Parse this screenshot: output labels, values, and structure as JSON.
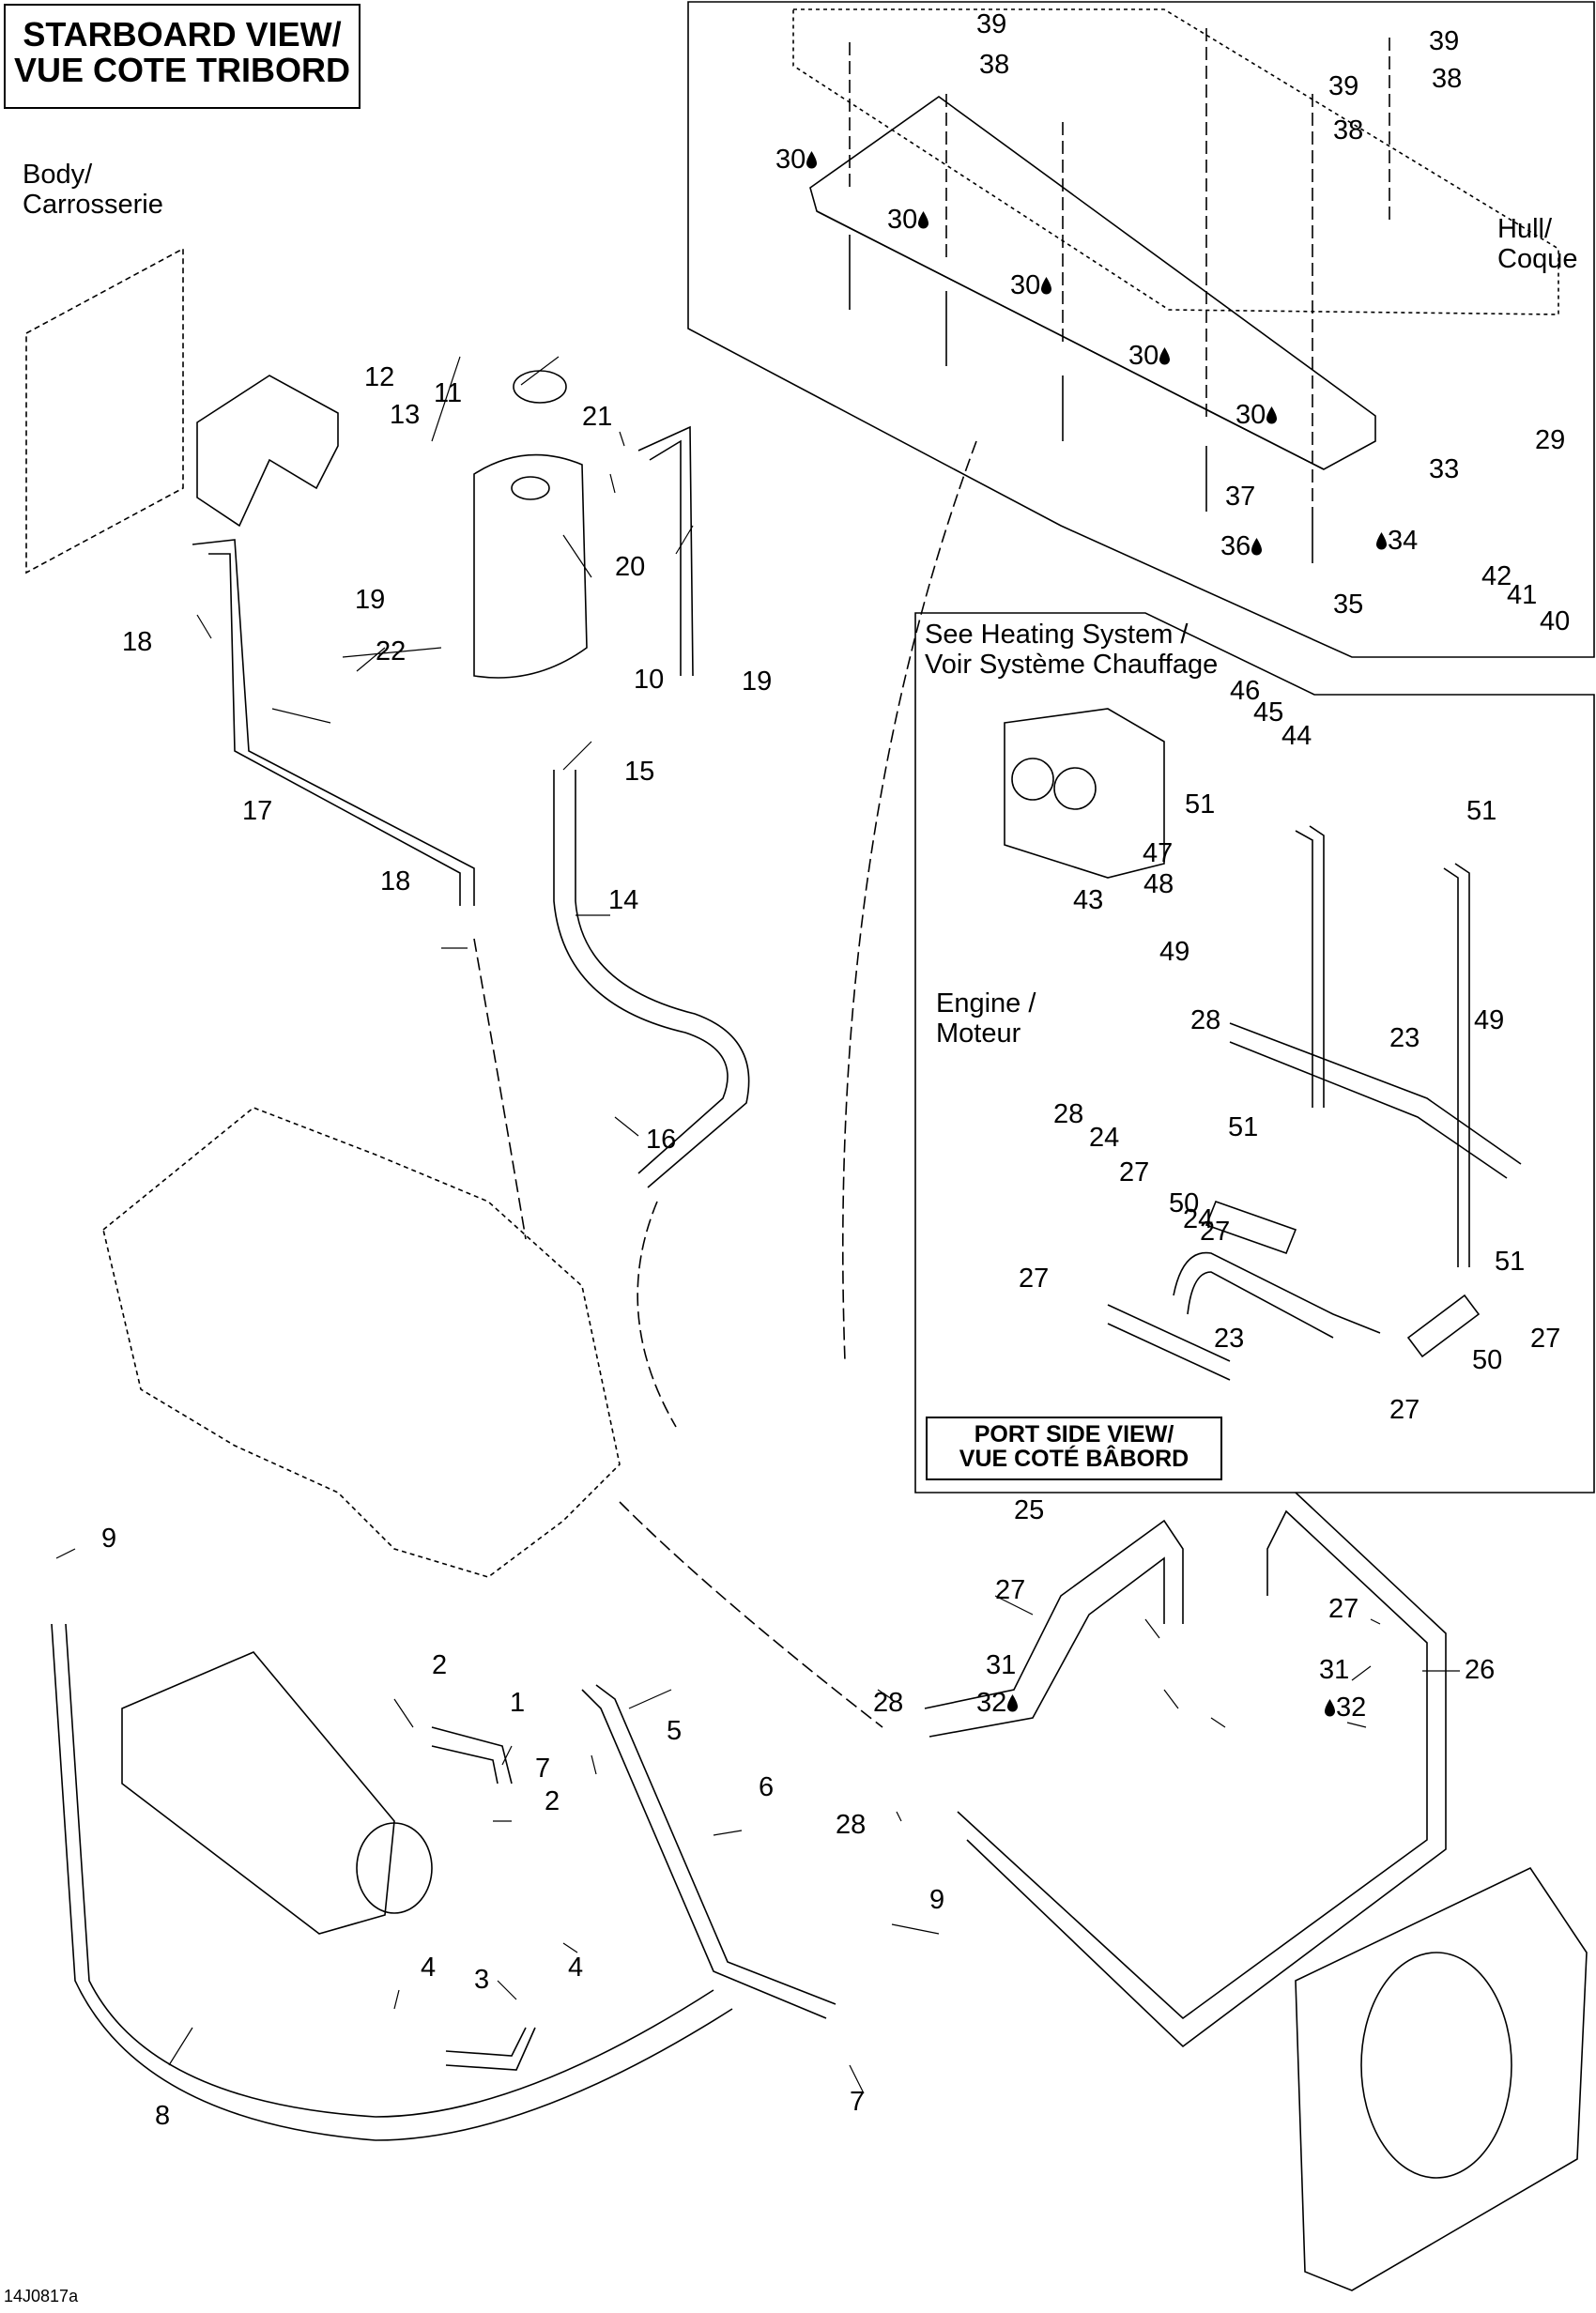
{
  "titles": {
    "starboard_line1": "STARBOARD VIEW/",
    "starboard_line2": "VUE COTE TRIBORD",
    "port_line1": "PORT SIDE VIEW/",
    "port_line2": "VUE COTÉ BÂBORD"
  },
  "notes": {
    "body_line1": "Body/",
    "body_line2": "Carrosserie",
    "hull_line1": "Hull/",
    "hull_line2": "Coque",
    "heating_line1": "See Heating System /",
    "heating_line2": "Voir Système Chauffage",
    "engine_line1": "Engine /",
    "engine_line2": "Moteur"
  },
  "figure_id": "14J0817a",
  "callouts": [
    {
      "id": "c1",
      "label": "1"
    },
    {
      "id": "c2a",
      "label": "2"
    },
    {
      "id": "c2b",
      "label": "2"
    },
    {
      "id": "c3",
      "label": "3"
    },
    {
      "id": "c4a",
      "label": "4"
    },
    {
      "id": "c4b",
      "label": "4"
    },
    {
      "id": "c5",
      "label": "5"
    },
    {
      "id": "c6",
      "label": "6"
    },
    {
      "id": "c7a",
      "label": "7"
    },
    {
      "id": "c7b",
      "label": "7"
    },
    {
      "id": "c8",
      "label": "8"
    },
    {
      "id": "c9a",
      "label": "9"
    },
    {
      "id": "c9b",
      "label": "9"
    },
    {
      "id": "c10",
      "label": "10"
    },
    {
      "id": "c11",
      "label": "11"
    },
    {
      "id": "c12",
      "label": "12"
    },
    {
      "id": "c13",
      "label": "13"
    },
    {
      "id": "c14",
      "label": "14"
    },
    {
      "id": "c15",
      "label": "15"
    },
    {
      "id": "c16",
      "label": "16"
    },
    {
      "id": "c17",
      "label": "17"
    },
    {
      "id": "c18a",
      "label": "18"
    },
    {
      "id": "c18b",
      "label": "18"
    },
    {
      "id": "c19a",
      "label": "19"
    },
    {
      "id": "c19b",
      "label": "19"
    },
    {
      "id": "c20",
      "label": "20"
    },
    {
      "id": "c21",
      "label": "21"
    },
    {
      "id": "c22",
      "label": "22"
    },
    {
      "id": "c23a",
      "label": "23"
    },
    {
      "id": "c23b",
      "label": "23"
    },
    {
      "id": "c24a",
      "label": "24"
    },
    {
      "id": "c24b",
      "label": "24"
    },
    {
      "id": "c25",
      "label": "25"
    },
    {
      "id": "c26",
      "label": "26"
    },
    {
      "id": "c27a",
      "label": "27"
    },
    {
      "id": "c27b",
      "label": "27"
    },
    {
      "id": "c27c",
      "label": "27"
    },
    {
      "id": "c27d",
      "label": "27"
    },
    {
      "id": "c27e",
      "label": "27"
    },
    {
      "id": "c27f",
      "label": "27"
    },
    {
      "id": "c27g",
      "label": "27"
    },
    {
      "id": "c28a",
      "label": "28"
    },
    {
      "id": "c28b",
      "label": "28"
    },
    {
      "id": "c28c",
      "label": "28"
    },
    {
      "id": "c28d",
      "label": "28"
    },
    {
      "id": "c29",
      "label": "29"
    },
    {
      "id": "c30a",
      "label": "30",
      "adhesive": true
    },
    {
      "id": "c30b",
      "label": "30",
      "adhesive": true
    },
    {
      "id": "c30c",
      "label": "30",
      "adhesive": true
    },
    {
      "id": "c30d",
      "label": "30",
      "adhesive": true
    },
    {
      "id": "c30e",
      "label": "30",
      "adhesive": true
    },
    {
      "id": "c31a",
      "label": "31"
    },
    {
      "id": "c31b",
      "label": "31"
    },
    {
      "id": "c32a",
      "label": "32",
      "adhesive": true
    },
    {
      "id": "c32b",
      "label": "32",
      "adhesive": true
    },
    {
      "id": "c33",
      "label": "33"
    },
    {
      "id": "c34",
      "label": "34",
      "adhesive": true
    },
    {
      "id": "c35",
      "label": "35"
    },
    {
      "id": "c36",
      "label": "36",
      "adhesive": true
    },
    {
      "id": "c37",
      "label": "37"
    },
    {
      "id": "c38a",
      "label": "38"
    },
    {
      "id": "c38b",
      "label": "38"
    },
    {
      "id": "c38c",
      "label": "38"
    },
    {
      "id": "c39a",
      "label": "39"
    },
    {
      "id": "c39b",
      "label": "39"
    },
    {
      "id": "c39c",
      "label": "39"
    },
    {
      "id": "c40",
      "label": "40"
    },
    {
      "id": "c41",
      "label": "41"
    },
    {
      "id": "c42",
      "label": "42"
    },
    {
      "id": "c43",
      "label": "43"
    },
    {
      "id": "c44",
      "label": "44"
    },
    {
      "id": "c45",
      "label": "45"
    },
    {
      "id": "c46",
      "label": "46"
    },
    {
      "id": "c47",
      "label": "47"
    },
    {
      "id": "c48",
      "label": "48"
    },
    {
      "id": "c49a",
      "label": "49"
    },
    {
      "id": "c49b",
      "label": "49"
    },
    {
      "id": "c50a",
      "label": "50"
    },
    {
      "id": "c50b",
      "label": "50"
    },
    {
      "id": "c51a",
      "label": "51"
    },
    {
      "id": "c51b",
      "label": "51"
    },
    {
      "id": "c51c",
      "label": "51"
    },
    {
      "id": "c51d",
      "label": "51"
    }
  ]
}
